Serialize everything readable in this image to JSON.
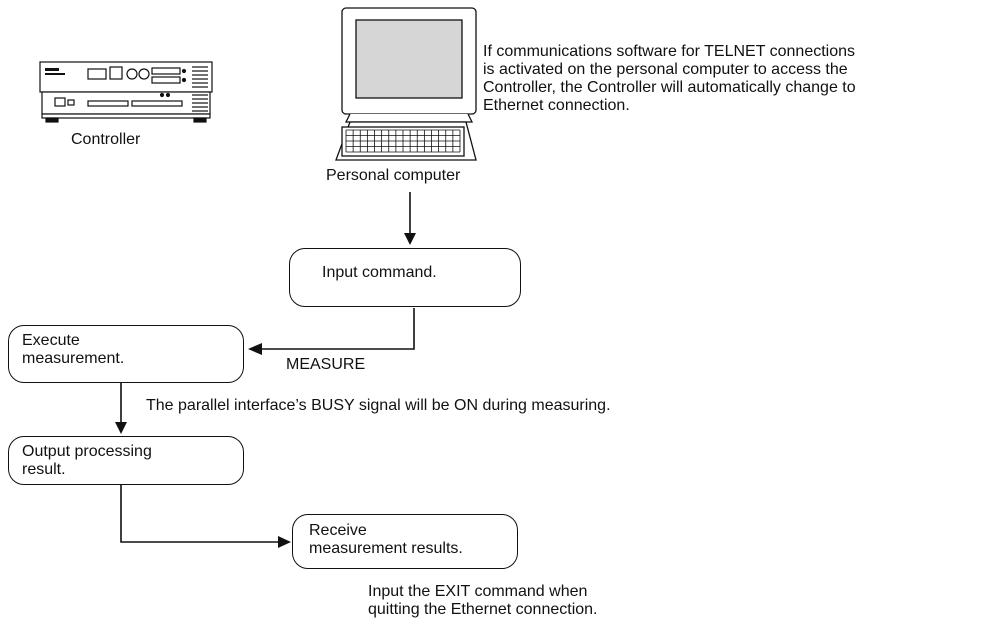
{
  "controller": {
    "label": "Controller"
  },
  "pc": {
    "label": "Personal computer",
    "note": "If communications software for TELNET connections\nis activated on the personal computer to access the\nController, the Controller will automatically change to\nEthernet connection."
  },
  "steps": {
    "input_command": "Input command.",
    "execute_measurement": "Execute\nmeasurement.",
    "output_result": "Output processing\nresult.",
    "receive_results": "Receive\nmeasurement results."
  },
  "annotations": {
    "measure_command": "MEASURE",
    "busy_signal": "The parallel interface’s BUSY signal will be ON during measuring.",
    "exit_note": "Input the EXIT command when\nquitting the Ethernet connection."
  }
}
